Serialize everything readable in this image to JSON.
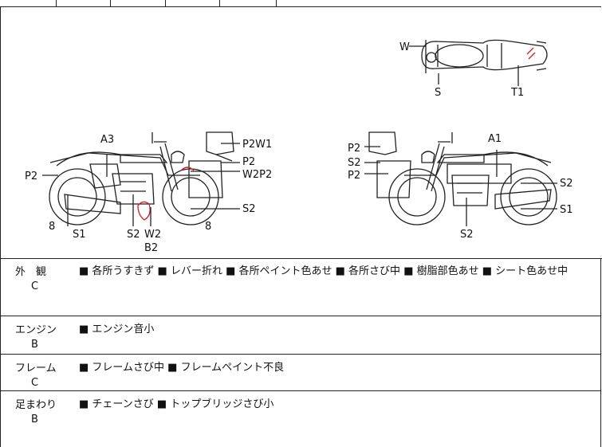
{
  "diagram": {
    "top_view": {
      "labels": [
        "W",
        "S",
        "T1"
      ]
    },
    "left_view": {
      "labels": [
        "A3",
        "P2",
        "P2W1",
        "P2",
        "W2P2",
        "S2",
        "8",
        "8",
        "S1",
        "S2",
        "W2",
        "B2"
      ]
    },
    "right_view": {
      "labels": [
        "A1",
        "P2",
        "S2",
        "P2",
        "S2",
        "S1",
        "S2"
      ]
    }
  },
  "rows": [
    {
      "name": "外　観",
      "grade": "C",
      "text": "■ 各所うすきず ■ レバー折れ ■ 各所ペイント色あせ ■ 各所さび中 ■ 樹脂部色あせ ■ シート色あせ中"
    },
    {
      "name": "エンジン",
      "grade": "B",
      "text": "■ エンジン音小"
    },
    {
      "name": "フレーム",
      "grade": "C",
      "text": "■ フレームさび中 ■ フレームペイント不良"
    },
    {
      "name": "足まわり",
      "grade": "B",
      "text": "■ チェーンさび ■ トップブリッジさび小"
    }
  ],
  "colors": {
    "line": "#222222",
    "damage": "#c8202a"
  }
}
